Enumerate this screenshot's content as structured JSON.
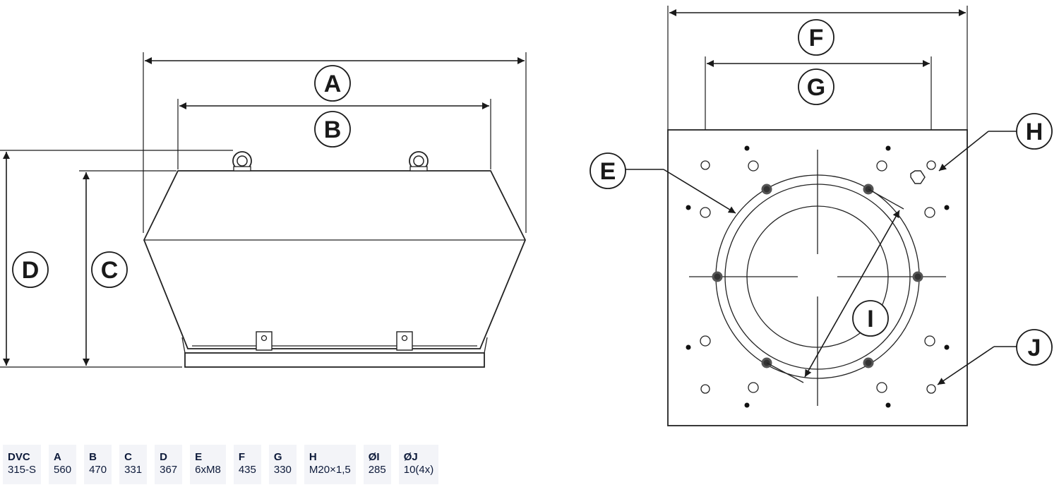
{
  "labels": {
    "side_view": [
      "A",
      "B",
      "C",
      "D"
    ],
    "top_view": [
      "E",
      "F",
      "G",
      "H",
      "I",
      "J"
    ]
  },
  "table": {
    "columns": [
      {
        "header": "DVC",
        "value": "315-S"
      },
      {
        "header": "A",
        "value": "560"
      },
      {
        "header": "B",
        "value": "470"
      },
      {
        "header": "C",
        "value": "331"
      },
      {
        "header": "D",
        "value": "367"
      },
      {
        "header": "E",
        "value": "6xM8"
      },
      {
        "header": "F",
        "value": "435"
      },
      {
        "header": "G",
        "value": "330"
      },
      {
        "header": "H",
        "value": "M20×1,5"
      },
      {
        "header": "ØI",
        "value": "285"
      },
      {
        "header": "ØJ",
        "value": "10(4x)"
      }
    ]
  },
  "colors": {
    "line": "#1a1a1a",
    "table_bg": "#f3f4f8",
    "table_text": "#0d1a3a"
  }
}
